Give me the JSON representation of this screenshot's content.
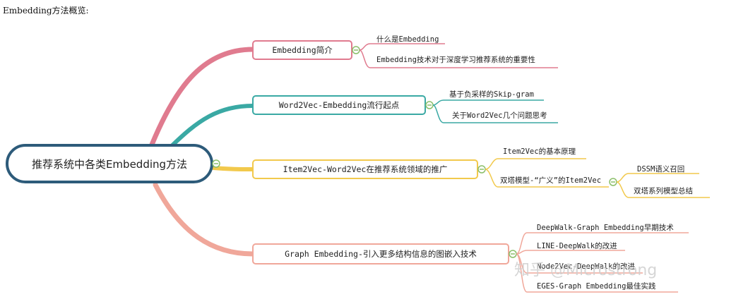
{
  "page": {
    "title": "Embedding方法概览:"
  },
  "root": {
    "label": "推荐系统中各类Embedding方法"
  },
  "branches": [
    {
      "label": "Embedding简介",
      "color": "#e07b8f",
      "children": [
        {
          "label": "什么是Embedding"
        },
        {
          "label": "Embedding技术对于深度学习推荐系统的重要性"
        }
      ]
    },
    {
      "label": "Word2Vec-Embedding流行起点",
      "color": "#3aa9a4",
      "children": [
        {
          "label": "基于负采样的Skip-gram"
        },
        {
          "label": "关于Word2Vec几个问题思考"
        }
      ]
    },
    {
      "label": "Item2Vec-Word2Vec在推荐系统领域的推广",
      "color": "#f2c94c",
      "children": [
        {
          "label": "Item2Vec的基本原理"
        },
        {
          "label": "双塔模型-“广义”的Item2Vec",
          "children": [
            {
              "label": "DSSM语义召回"
            },
            {
              "label": "双塔系列模型总结"
            }
          ]
        }
      ]
    },
    {
      "label": "Graph Embedding-引入更多结构信息的图嵌入技术",
      "color": "#f0a79a",
      "children": [
        {
          "label": "DeepWalk-Graph Embedding早期技术"
        },
        {
          "label": "LINE-DeepWalk的改进"
        },
        {
          "label": "Node2Vec-DeepWalk的改进"
        },
        {
          "label": "EGES-Graph Embedding最佳实践"
        }
      ]
    }
  ],
  "watermark": {
    "text": "知乎 @Microstrong"
  }
}
